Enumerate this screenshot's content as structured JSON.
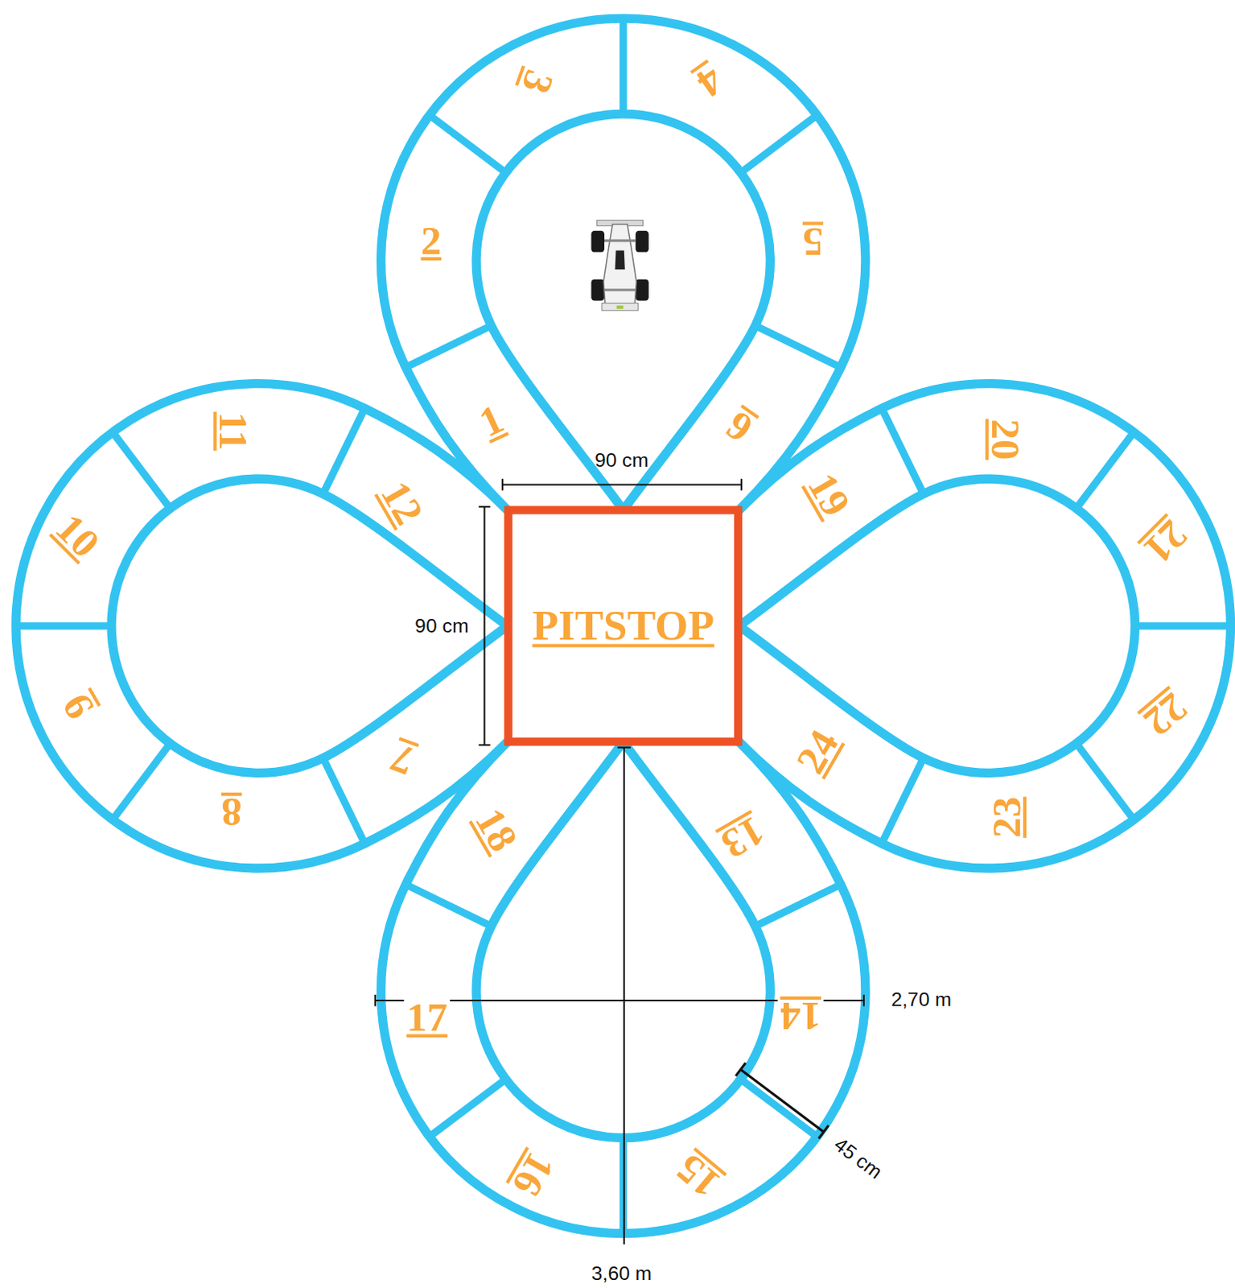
{
  "diagram": {
    "nodes": [
      {
        "text": [
          "PITSTOP"
        ]
      }
    ],
    "labels": [
      "1",
      "2",
      "3",
      "4",
      "5",
      "6",
      "7",
      "8",
      "9",
      "10",
      "11",
      "12",
      "13",
      "14",
      "15",
      "16",
      "17",
      "18",
      "19",
      "20",
      "21",
      "22",
      "23",
      "24",
      "90 cm",
      "90 cm",
      "2,70 m",
      "3,60 m",
      "45 cm"
    ]
  }
}
